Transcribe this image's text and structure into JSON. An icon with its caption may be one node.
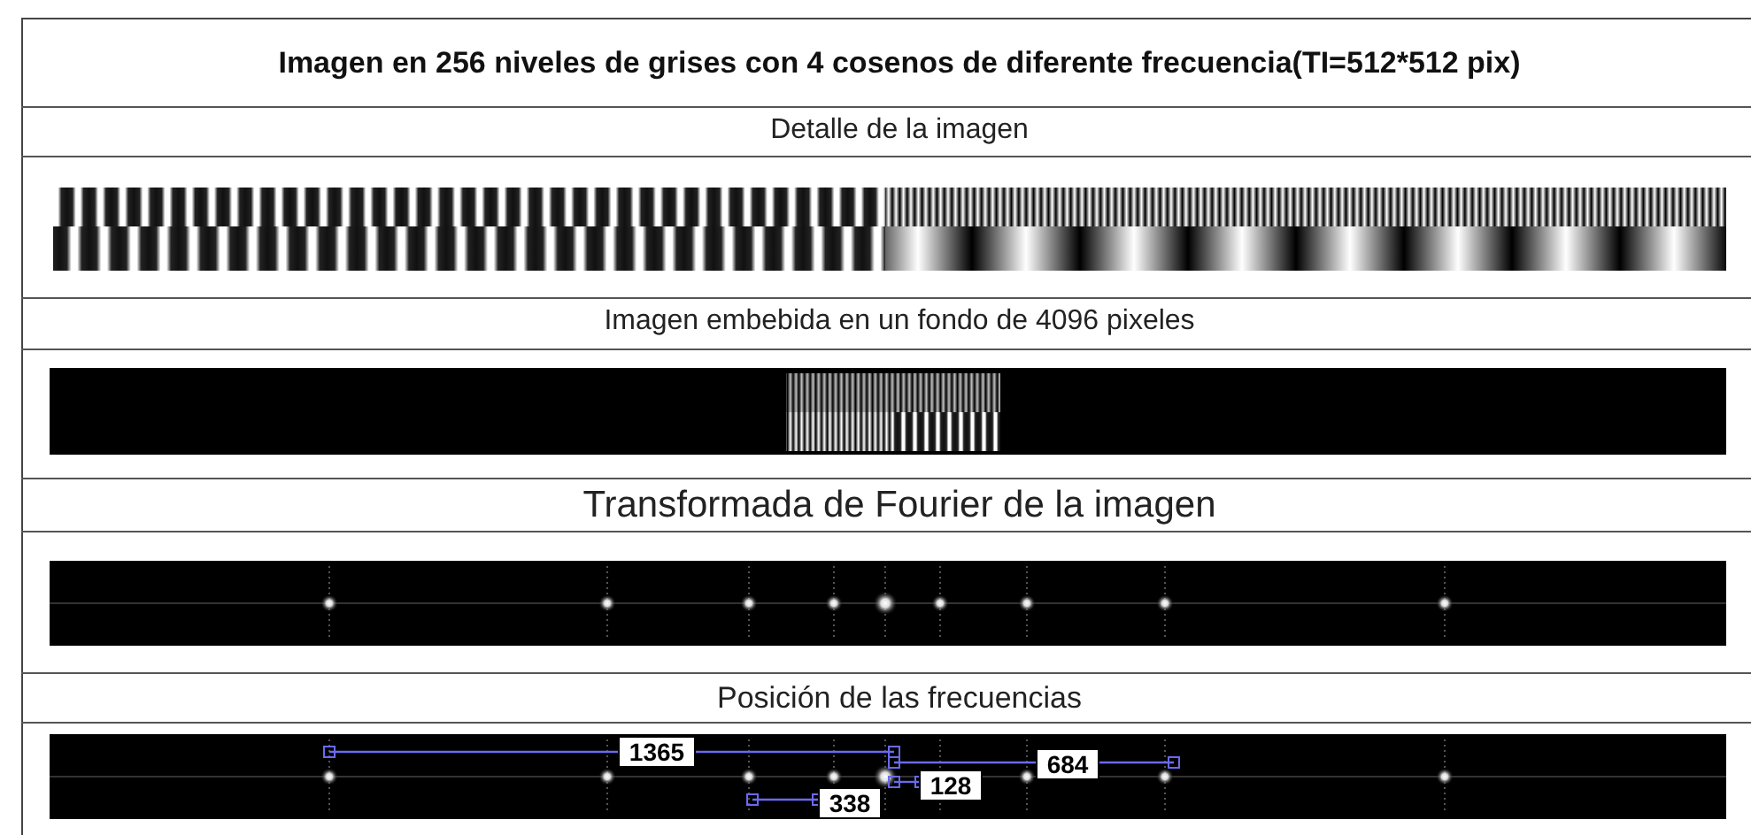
{
  "diagram": {
    "title": "Imagen en 256 niveles de grises con 4 cosenos de diferente frecuencia(TI=512*512 pix)",
    "labels": [
      "Detalle de la imagen",
      "Imagen embebida en un fondo de 4096 pixeles",
      "Transformada de Fourier de la imagen",
      "Posición de las frecuencias",
      "1365",
      "684",
      "128",
      "338"
    ]
  }
}
